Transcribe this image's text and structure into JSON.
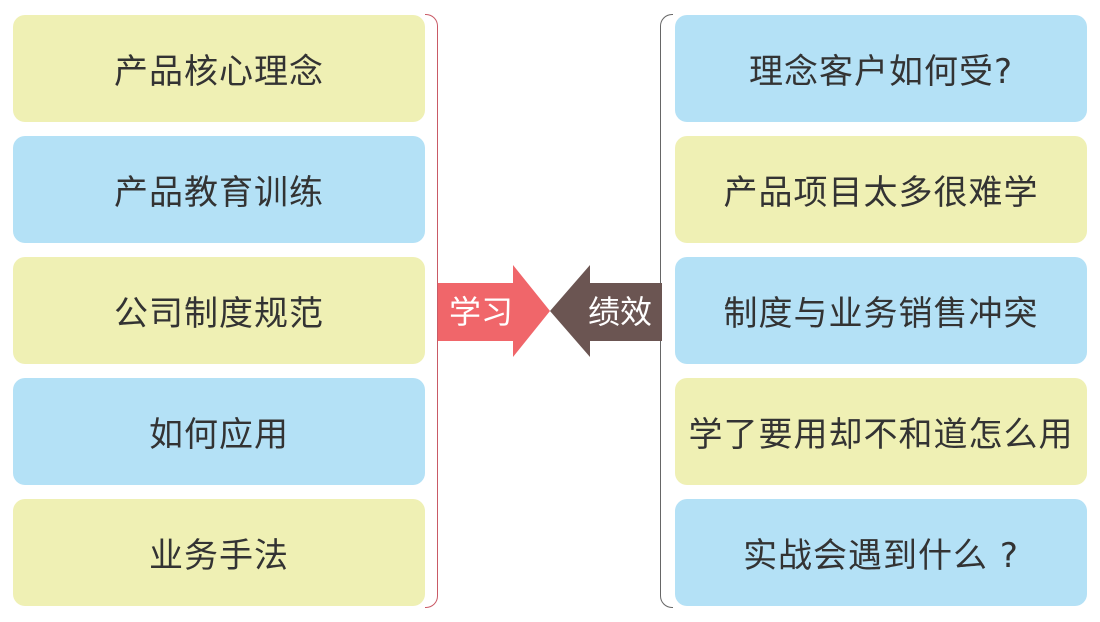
{
  "left_items": [
    {
      "label": "产品核心理念",
      "color": "#eff0b4"
    },
    {
      "label": "产品教育训练",
      "color": "#b4e1f6"
    },
    {
      "label": "公司制度规范",
      "color": "#eff0b4"
    },
    {
      "label": "如何应用",
      "color": "#b4e1f6"
    },
    {
      "label": "业务手法",
      "color": "#eff0b4"
    }
  ],
  "right_items": [
    {
      "label": "理念客户如何受?",
      "color": "#b4e1f6"
    },
    {
      "label": "产品项目太多很难学",
      "color": "#eff0b4"
    },
    {
      "label": "制度与业务销售冲突",
      "color": "#b4e1f6"
    },
    {
      "label": "学了要用却不和道怎么用",
      "color": "#eff0b4"
    },
    {
      "label": "实战会遇到什么 ?",
      "color": "#b4e1f6"
    }
  ],
  "arrows": {
    "learn": {
      "label": "学习",
      "color": "#f0666a"
    },
    "performance": {
      "label": "绩效",
      "color": "#6b5552"
    }
  }
}
